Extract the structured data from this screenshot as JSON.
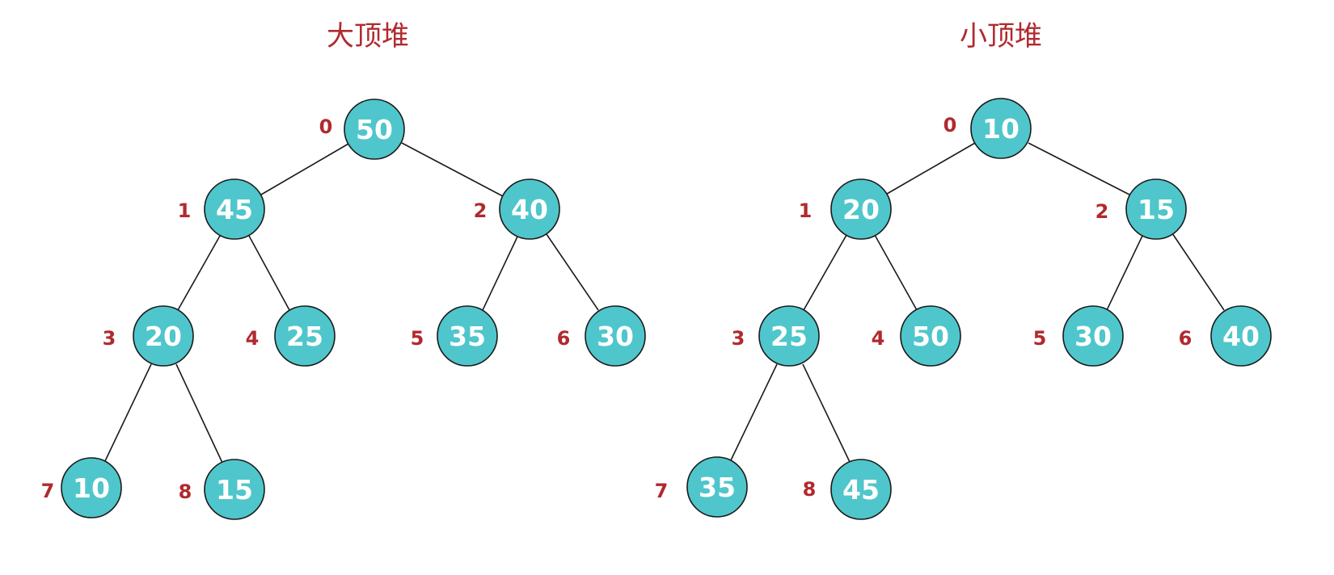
{
  "colors": {
    "node_fill": "#4fc6cb",
    "node_stroke": "#1a1a1a",
    "label_red": "#b02a2e",
    "edge": "#1a1a1a",
    "node_text": "#ffffff"
  },
  "heaps": [
    {
      "title": "大顶堆",
      "nodes": [
        {
          "index": "0",
          "value": "50"
        },
        {
          "index": "1",
          "value": "45"
        },
        {
          "index": "2",
          "value": "40"
        },
        {
          "index": "3",
          "value": "20"
        },
        {
          "index": "4",
          "value": "25"
        },
        {
          "index": "5",
          "value": "35"
        },
        {
          "index": "6",
          "value": "30"
        },
        {
          "index": "7",
          "value": "10"
        },
        {
          "index": "8",
          "value": "15"
        }
      ]
    },
    {
      "title": "小顶堆",
      "nodes": [
        {
          "index": "0",
          "value": "10"
        },
        {
          "index": "1",
          "value": "20"
        },
        {
          "index": "2",
          "value": "15"
        },
        {
          "index": "3",
          "value": "25"
        },
        {
          "index": "4",
          "value": "50"
        },
        {
          "index": "5",
          "value": "30"
        },
        {
          "index": "6",
          "value": "40"
        },
        {
          "index": "7",
          "value": "35"
        },
        {
          "index": "8",
          "value": "45"
        }
      ]
    }
  ]
}
